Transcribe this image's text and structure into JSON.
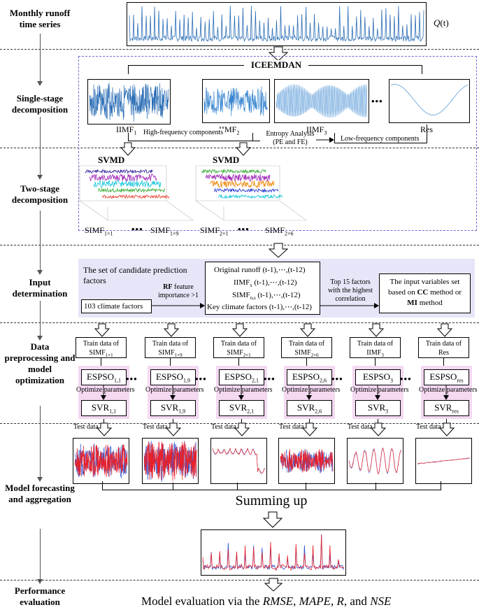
{
  "stages": [
    {
      "id": "s1",
      "label": "Monthly runoff time series"
    },
    {
      "id": "s2",
      "label": "Single-stage decomposition"
    },
    {
      "id": "s3",
      "label": "Two-stage decomposition"
    },
    {
      "id": "s4",
      "label": "Input determination"
    },
    {
      "id": "s5",
      "label": "Data preprocessing and model optimization"
    },
    {
      "id": "s6",
      "label": "Model forecasting and aggregation"
    },
    {
      "id": "s7",
      "label": "Performance evaluation"
    }
  ],
  "runoff": {
    "label": "Q(t)",
    "q": "Q",
    "t": "(t)"
  },
  "iceemdan": {
    "title": "ICEEMDAN"
  },
  "components": [
    {
      "name": "IIMF",
      "sub": "1"
    },
    {
      "name": "IIMF",
      "sub": "2"
    },
    {
      "name": "IIMF",
      "sub": "3"
    },
    {
      "name": "Res",
      "sub": ""
    }
  ],
  "dots": "•••",
  "freq": {
    "high": "High-frequency components",
    "entropy_line1": "Entropy Analysis",
    "entropy_line2": "(PE and FE)",
    "low": "Low-frequency components"
  },
  "svmd": {
    "left_title": "SVMD",
    "right_title": "SVMD",
    "left_first": {
      "name": "SIMF",
      "sub": "1×1"
    },
    "left_last": {
      "name": "SIMF",
      "sub": "1×9"
    },
    "right_first": {
      "name": "SIMF",
      "sub": "2×1"
    },
    "right_last": {
      "name": "SIMF",
      "sub": "2×6"
    }
  },
  "input": {
    "candidate_title_1": "The set of candidate prediction",
    "candidate_title_2": "factors",
    "climate": "103 climate factors",
    "rf_bold": "RF",
    "rf_rest": " feature",
    "rf_line2": "importance >1",
    "list": [
      {
        "pre": "Original runoff (t-1),⋯,(t-12)",
        "sub": ""
      },
      {
        "pre": "IIMF",
        "sub": "x",
        "post": " (t-1),⋯,(t-12)"
      },
      {
        "pre": "SIMF",
        "sub": "n,s",
        "post": " (t-1),⋯,(t-12)"
      },
      {
        "pre": "Key climate factors (t-1),⋯,(t-12)",
        "sub": ""
      }
    ],
    "top15_1": "Top 15 factors",
    "top15_2": "with the highest",
    "top15_3": "correlation",
    "result_1": "The input variables set",
    "result_2a": "based on ",
    "result_2b": "CC",
    "result_2c": " method or",
    "result_3a": "MI",
    "result_3b": " method"
  },
  "models": [
    {
      "train": "Train data of",
      "tsub_name": "SIMF",
      "tsub": "1×1",
      "esp": "ESPSO",
      "esub": "1,1",
      "svr": "SVR",
      "ssub": "1,1"
    },
    {
      "train": "Train data of",
      "tsub_name": "SIMF",
      "tsub": "1×9",
      "esp": "ESPSO",
      "esub": "1,9",
      "svr": "SVR",
      "ssub": "1,9"
    },
    {
      "train": "Train data of",
      "tsub_name": "SIMF",
      "tsub": "2×1",
      "esp": "ESPSO",
      "esub": "2,1",
      "svr": "SVR",
      "ssub": "2,1"
    },
    {
      "train": "Train data of",
      "tsub_name": "SIMF",
      "tsub": "2×6",
      "esp": "ESPSO",
      "esub": "2,6",
      "svr": "SVR",
      "ssub": "2,6"
    },
    {
      "train": "Train data of",
      "tsub_name": "IIMF",
      "tsub": "3",
      "esp": "ESPSO",
      "esub": "3",
      "svr": "SVR",
      "ssub": "3"
    },
    {
      "train": "Train data of",
      "tsub_name": "Res",
      "tsub": "",
      "esp": "ESPSO",
      "esub": "res",
      "svr": "SVR",
      "ssub": "res"
    }
  ],
  "optimize": "Optimize parameters",
  "test_data": "Test data",
  "summing": "Summing up",
  "evaluation": {
    "pre": "Model evaluation via the ",
    "m1": "RMSE",
    "sep1": ", ",
    "m2": "MAPE",
    "sep2": ", ",
    "m3": "R",
    "sep3": ", and ",
    "m4": "NSE"
  },
  "colors": {
    "blue": "#2a6db5",
    "red": "#e8202a",
    "purple": "#4a3ad0",
    "dashed": "#6b6bd6",
    "panel_bg": "#e6e6f8",
    "pink": "#f4d9f1"
  }
}
